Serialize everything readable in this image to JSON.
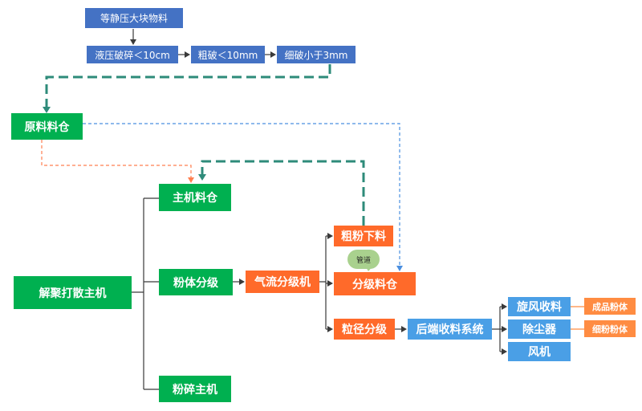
{
  "colors": {
    "top_blue": "#4472c4",
    "green": "#00b050",
    "orange": "#ff6a2a",
    "light_blue": "#4a9fe6",
    "light_orange": "#ff8c42",
    "bubble_green": "#a9d18e",
    "teal_dashed": "#2e8b7a",
    "blue_dashed": "#4a8fe0",
    "orange_dashed": "#ff7f50",
    "line": "#3a3a3a"
  },
  "nodes": {
    "top_material": "等静压大块物料",
    "hydraulic_crush": "液压破碎＜10cm",
    "coarse_crush": "粗破＜10mm",
    "fine_crush": "细破小于3mm",
    "raw_silo": "原料料仓",
    "main_silo": "主机料仓",
    "deagglomerate": "解聚打散主机",
    "powder_classify": "粉体分级",
    "crush_main": "粉碎主机",
    "air_classifier": "气流分级机",
    "coarse_discharge": "粗粉下料",
    "classify_silo": "分级料仓",
    "particle_classify": "粒径分级",
    "back_end": "后端收料系统",
    "cyclone": "旋风收料",
    "dust_remover": "除尘器",
    "fan": "风机",
    "finished_powder": "成品粉体",
    "fine_powder": "细粉粉体"
  },
  "bubble": {
    "label": "管道"
  }
}
